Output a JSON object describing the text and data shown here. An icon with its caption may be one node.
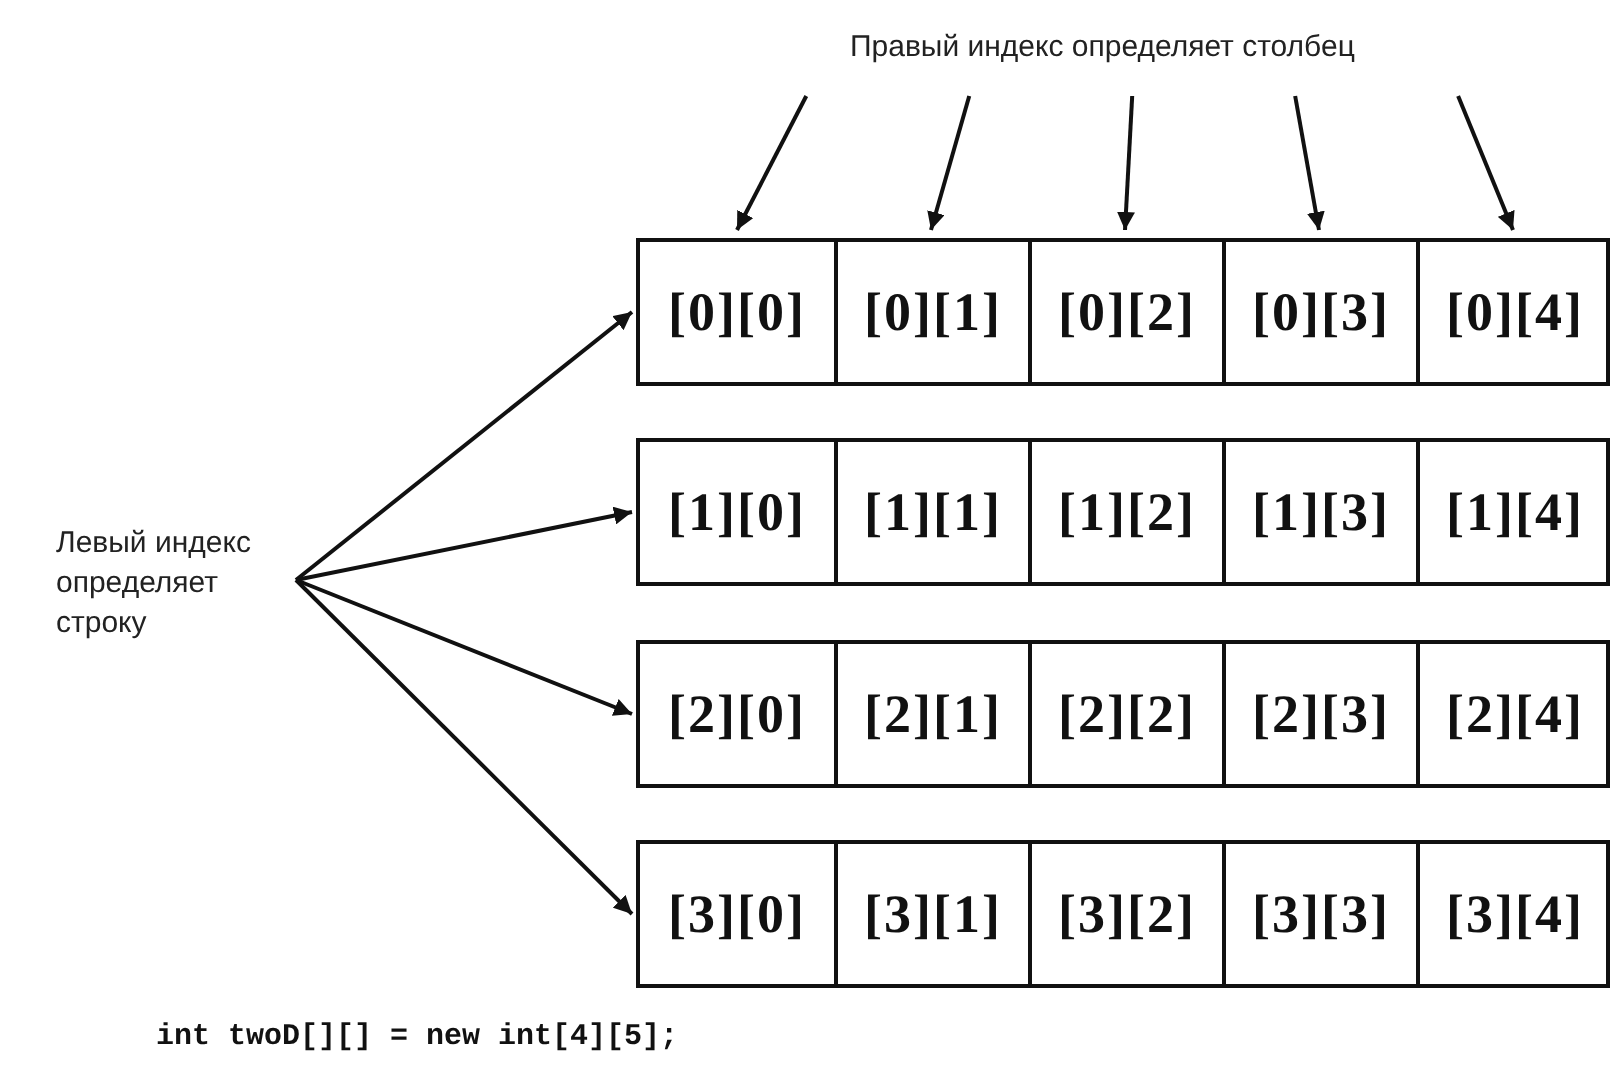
{
  "diagram": {
    "nodes": [
      {
        "text": [
          "Правый индекс определяет столбец"
        ]
      },
      {
        "text": [
          "Левый индекс определяет строку"
        ]
      },
      {
        "text": [],
        "shape": "box"
      },
      {
        "text": [
          "[0][0]"
        ],
        "in": 2
      },
      {
        "text": [
          "[0][1]"
        ],
        "in": 2
      },
      {
        "text": [
          "[0][2]"
        ],
        "in": 2
      },
      {
        "text": [
          "[0][3]"
        ],
        "in": 2
      },
      {
        "text": [
          "[0][4]"
        ],
        "in": 2
      },
      {
        "text": [],
        "shape": "box"
      },
      {
        "text": [
          "[1][0]"
        ],
        "in": 8
      },
      {
        "text": [
          "[1][1]"
        ],
        "in": 8
      },
      {
        "text": [
          "[1][2]"
        ],
        "in": 8
      },
      {
        "text": [
          "[1][3]"
        ],
        "in": 8
      },
      {
        "text": [
          "[1][4]"
        ],
        "in": 8
      },
      {
        "text": [],
        "shape": "box"
      },
      {
        "text": [
          "[2][0]"
        ],
        "in": 14
      },
      {
        "text": [
          "[2][1]"
        ],
        "in": 14
      },
      {
        "text": [
          "[2][2]"
        ],
        "in": 14
      },
      {
        "text": [
          "[2][3]"
        ],
        "in": 14
      },
      {
        "text": [
          "[2][4]"
        ],
        "in": 14
      },
      {
        "text": [],
        "shape": "box"
      },
      {
        "text": [
          "[3][0]"
        ],
        "in": 20
      },
      {
        "text": [
          "[3][1]"
        ],
        "in": 20
      },
      {
        "text": [
          "[3][2]"
        ],
        "in": 20
      },
      {
        "text": [
          "[3][3]"
        ],
        "in": 20
      },
      {
        "text": [
          "[3][4]"
        ],
        "in": 20
      }
    ],
    "edges": [
      {
        "from": 0,
        "to": 3,
        "arrow": "to"
      },
      {
        "from": 0,
        "to": 4,
        "arrow": "to"
      },
      {
        "from": 0,
        "to": 5,
        "arrow": "to"
      },
      {
        "from": 0,
        "to": 6,
        "arrow": "to"
      },
      {
        "from": 0,
        "to": 7,
        "arrow": "to"
      },
      {
        "from": 1,
        "to": 2,
        "arrow": "to"
      },
      {
        "from": 1,
        "to": 8,
        "arrow": "to"
      },
      {
        "from": 1,
        "to": 14,
        "arrow": "to"
      },
      {
        "from": 1,
        "to": 20,
        "arrow": "to"
      }
    ],
    "labels": [
      "int twoD[][] = new int[4][5];"
    ]
  }
}
